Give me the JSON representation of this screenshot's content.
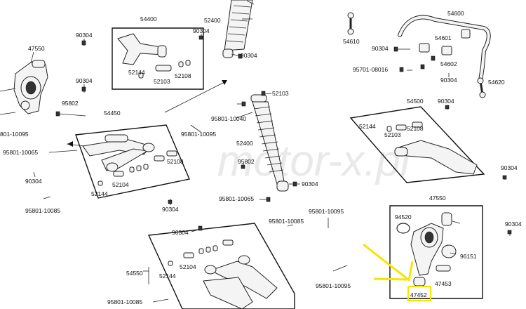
{
  "watermark": "motor-x.pl",
  "highlight_color": "#f5e500",
  "labels": {
    "l47550a": "47550",
    "l90304a": "90304",
    "l90304b": "90304",
    "l95801_10095a": "801-10095",
    "l95802": "95802",
    "l54450": "54450",
    "l95801_10065a": "95801-10065",
    "l90304c": "90304",
    "l95801_10085a": "95801-10085",
    "l52108a": "52108",
    "l52104a": "52104",
    "l52144a": "52144",
    "l90304d": "90304",
    "l95801_10095b": "95801-10095",
    "l54400": "54400",
    "l52144b": "52144",
    "l52108b": "52108",
    "l52103a": "52103",
    "l90304e": "90304",
    "l52400a": "52400",
    "l90304f": "90304",
    "l95801_10040": "95801-10040",
    "l52103b": "52103",
    "l52400b": "52400",
    "l95802b": "95802",
    "l90304g": "90304",
    "l95801_10065b": "95801-10065",
    "l54600": "54600",
    "l54610": "54610",
    "l90304h": "90304",
    "l54601": "54601",
    "l54602": "54602",
    "l95701_08016": "95701-08016",
    "l90304i": "90304",
    "l54620": "54620",
    "l54500": "54500",
    "l90304j": "90304",
    "l52144c": "52144",
    "l52103c": "52103",
    "l52108c": "52108",
    "l90304k": "90304",
    "l47550b": "47550",
    "l94520": "94520",
    "l96151": "96151",
    "l47453": "47453",
    "l47452": "47452",
    "l90304l": "90304",
    "l95801_10095c": "95801-10095",
    "l95801_10085b": "95801-10085",
    "l90304m": "90304",
    "l52104b": "52104",
    "l54550": "54550",
    "l52144d": "52144",
    "l95801_10085c": "95801-10085",
    "l95801_10095d": "95801-10095"
  }
}
